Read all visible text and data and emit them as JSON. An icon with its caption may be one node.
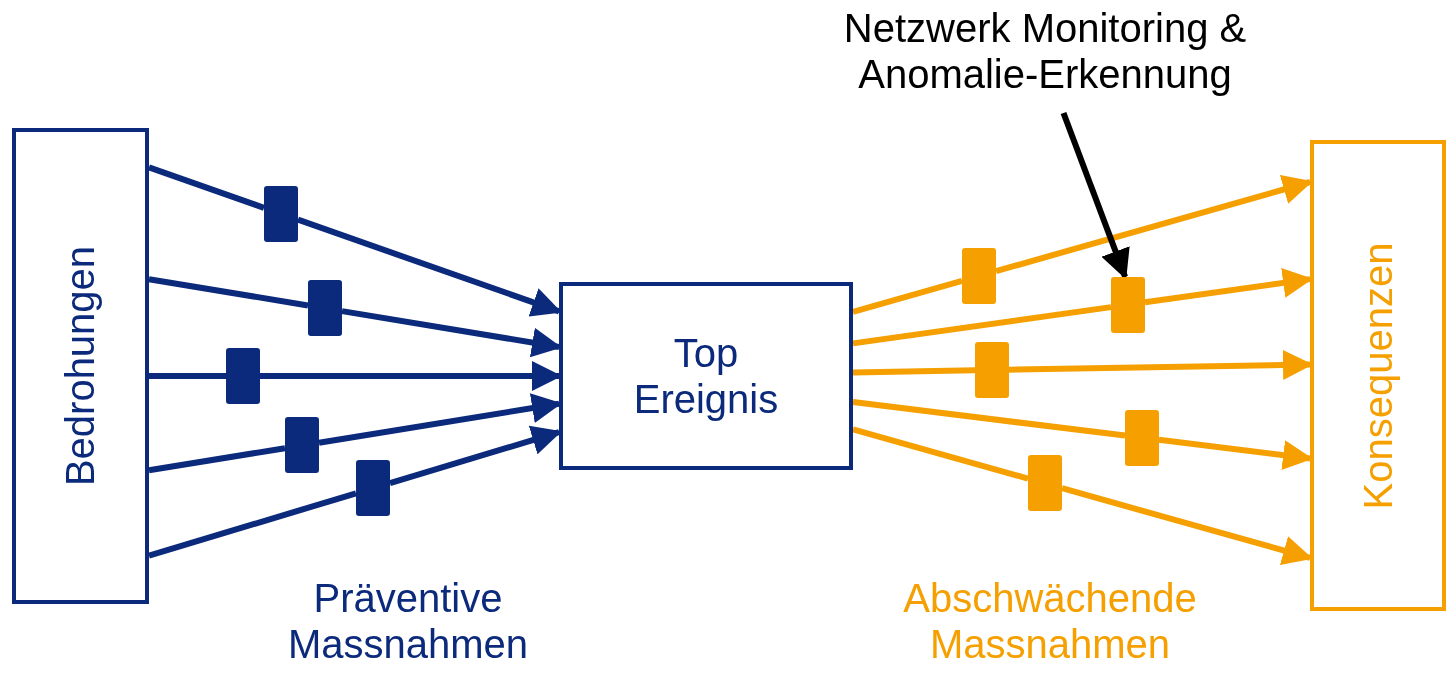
{
  "diagram": {
    "nodes": [
      {
        "text": [
          "Netzwerk Monitoring & Anomalie-Erkennung"
        ]
      },
      {
        "text": [
          "Bedrohungen"
        ]
      },
      {
        "text": [],
        "shape": "bar"
      },
      {
        "text": [],
        "shape": "bar"
      },
      {
        "text": [],
        "shape": "bar"
      },
      {
        "text": [],
        "shape": "bar"
      },
      {
        "text": [],
        "shape": "bar"
      },
      {
        "text": [
          "Top Ereignis"
        ]
      },
      {
        "text": [],
        "shape": "bar"
      },
      {
        "text": [],
        "shape": "bar"
      },
      {
        "text": [],
        "shape": "bar"
      },
      {
        "text": [],
        "shape": "bar"
      },
      {
        "text": [],
        "shape": "bar"
      },
      {
        "text": [
          "Konsequenzen"
        ]
      }
    ],
    "edges": [
      {
        "from": 1,
        "to": 3,
        "arrow": "none",
        "color": "#0c2a7c"
      },
      {
        "from": 3,
        "to": 7,
        "arrow": "to",
        "color": "#0c2a7c"
      },
      {
        "from": 1,
        "to": 5,
        "arrow": "none",
        "color": "#0c2a7c"
      },
      {
        "from": 5,
        "to": 7,
        "arrow": "to",
        "color": "#0c2a7c"
      },
      {
        "from": 1,
        "to": 2,
        "arrow": "none",
        "color": "#0c2a7c"
      },
      {
        "from": 2,
        "to": 7,
        "arrow": "to",
        "color": "#0c2a7c"
      },
      {
        "from": 1,
        "to": 4,
        "arrow": "none",
        "color": "#0c2a7c"
      },
      {
        "from": 4,
        "to": 7,
        "arrow": "to",
        "color": "#0c2a7c"
      },
      {
        "from": 1,
        "to": 6,
        "arrow": "none",
        "color": "#0c2a7c"
      },
      {
        "from": 6,
        "to": 7,
        "arrow": "to",
        "color": "#0c2a7c"
      },
      {
        "from": 7,
        "to": 8,
        "arrow": "none",
        "color": "#f5a000"
      },
      {
        "from": 8,
        "to": 13,
        "arrow": "to",
        "color": "#f5a000"
      },
      {
        "from": 7,
        "to": 11,
        "arrow": "none",
        "color": "#f5a000"
      },
      {
        "from": 11,
        "to": 13,
        "arrow": "to",
        "color": "#f5a000"
      },
      {
        "from": 7,
        "to": 9,
        "arrow": "none",
        "color": "#f5a000"
      },
      {
        "from": 9,
        "to": 13,
        "arrow": "to",
        "color": "#f5a000"
      },
      {
        "from": 7,
        "to": 12,
        "arrow": "none",
        "color": "#f5a000"
      },
      {
        "from": 12,
        "to": 13,
        "arrow": "to",
        "color": "#f5a000"
      },
      {
        "from": 7,
        "to": 10,
        "arrow": "none",
        "color": "#f5a000"
      },
      {
        "from": 10,
        "to": 13,
        "arrow": "to",
        "color": "#f5a000"
      },
      {
        "from": 0,
        "to": 11,
        "arrow": "to",
        "color": "#000000"
      }
    ],
    "labels": [
      "Präventive Massnahmen",
      "Abschwächende Massnahmen"
    ]
  }
}
